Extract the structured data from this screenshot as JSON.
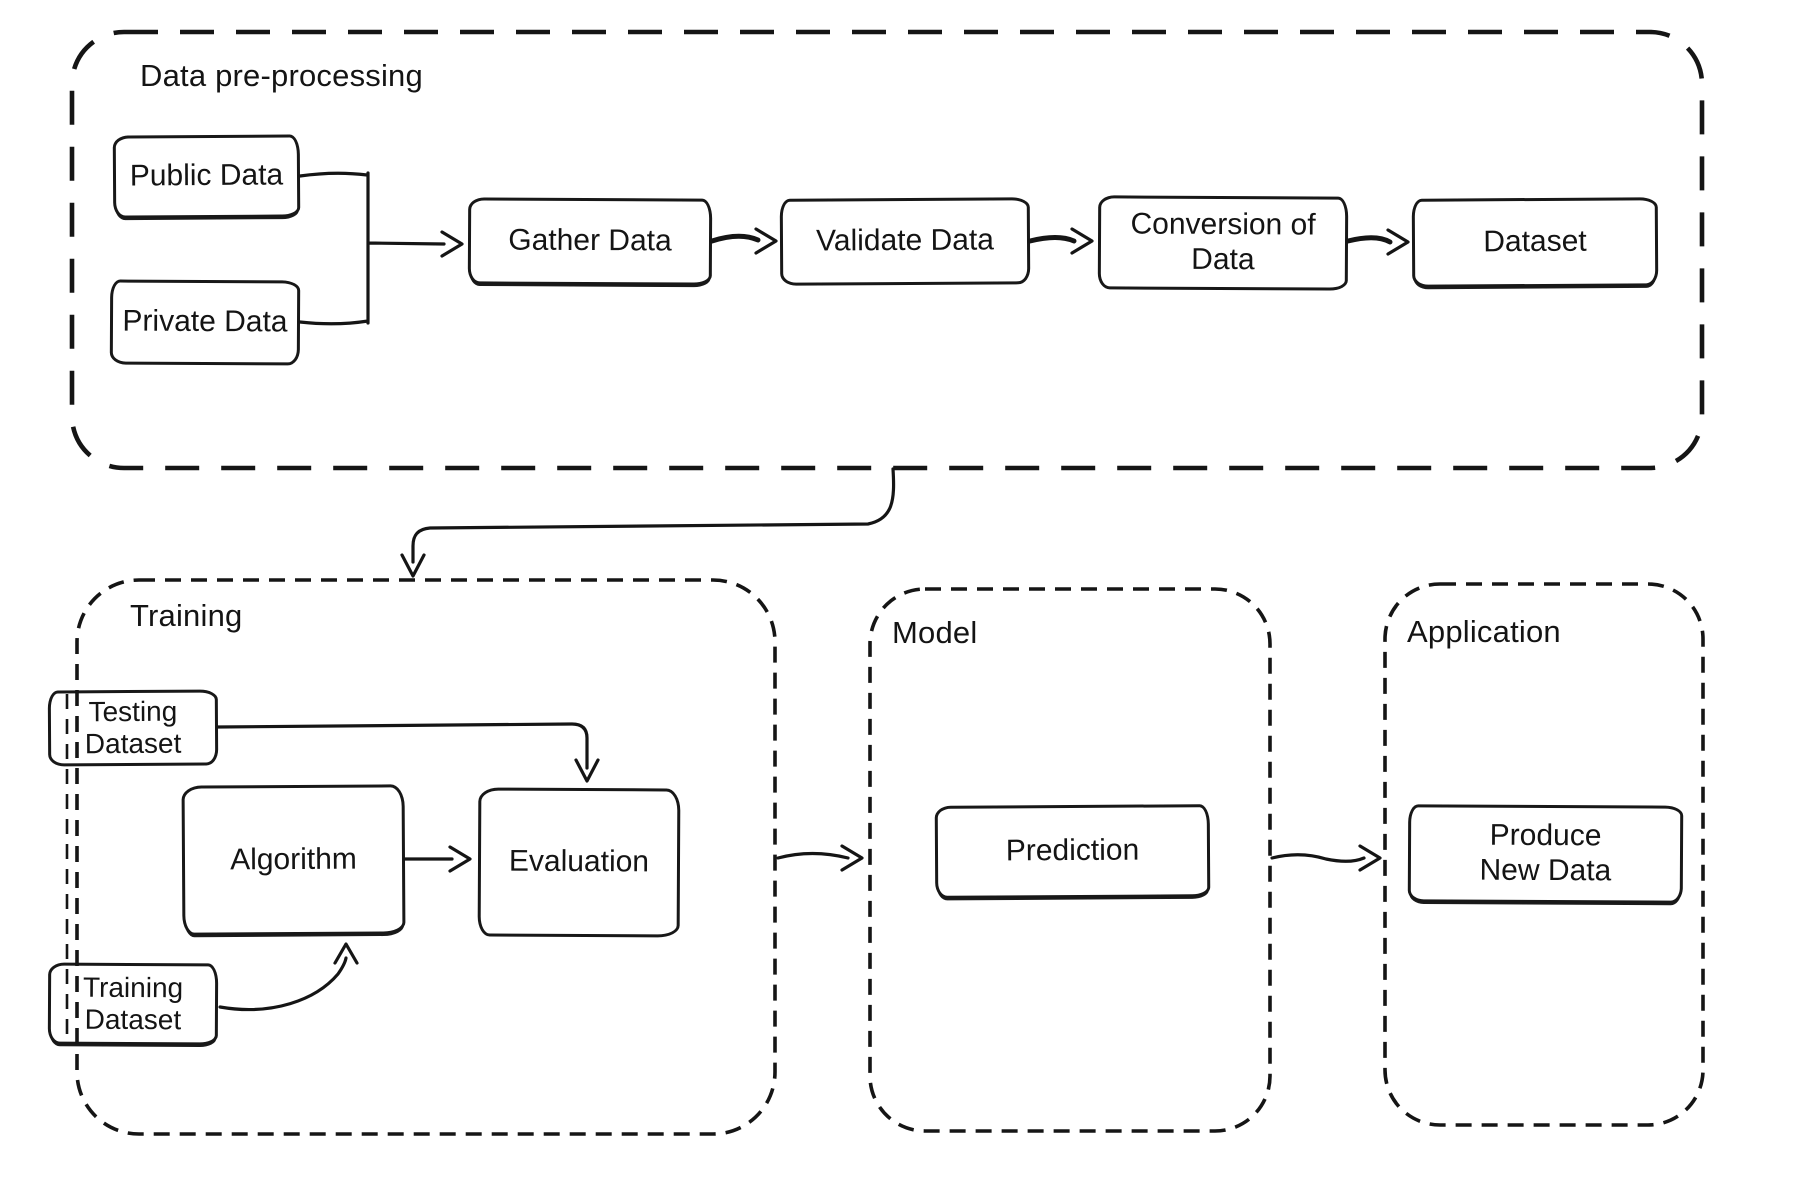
{
  "diagram": {
    "colors": {
      "stroke": "#151515",
      "background": "#ffffff"
    },
    "groups": {
      "preprocessing": {
        "label": "Data pre-processing"
      },
      "training": {
        "label": "Training"
      },
      "model": {
        "label": "Model"
      },
      "application": {
        "label": "Application"
      }
    },
    "nodes": {
      "public_data": {
        "label": "Public Data"
      },
      "private_data": {
        "label": "Private Data"
      },
      "gather_data": {
        "label": "Gather Data"
      },
      "validate_data": {
        "label": "Validate Data"
      },
      "conversion_of_data": {
        "label": "Conversion of Data"
      },
      "dataset": {
        "label": "Dataset"
      },
      "testing_dataset": {
        "label": "Testing Dataset"
      },
      "training_dataset": {
        "label": "Training Dataset"
      },
      "algorithm": {
        "label": "Algorithm"
      },
      "evaluation": {
        "label": "Evaluation"
      },
      "prediction": {
        "label": "Prediction"
      },
      "produce_new_data": {
        "label": "Produce New Data"
      }
    },
    "connections": [
      {
        "from": "public_data",
        "to": "gather_data"
      },
      {
        "from": "private_data",
        "to": "gather_data"
      },
      {
        "from": "gather_data",
        "to": "validate_data"
      },
      {
        "from": "validate_data",
        "to": "conversion_of_data"
      },
      {
        "from": "conversion_of_data",
        "to": "dataset"
      },
      {
        "from": "preprocessing",
        "to": "training"
      },
      {
        "from": "testing_dataset",
        "to": "evaluation"
      },
      {
        "from": "algorithm",
        "to": "evaluation"
      },
      {
        "from": "training_dataset",
        "to": "algorithm"
      },
      {
        "from": "training",
        "to": "model"
      },
      {
        "from": "model",
        "to": "application"
      }
    ]
  }
}
